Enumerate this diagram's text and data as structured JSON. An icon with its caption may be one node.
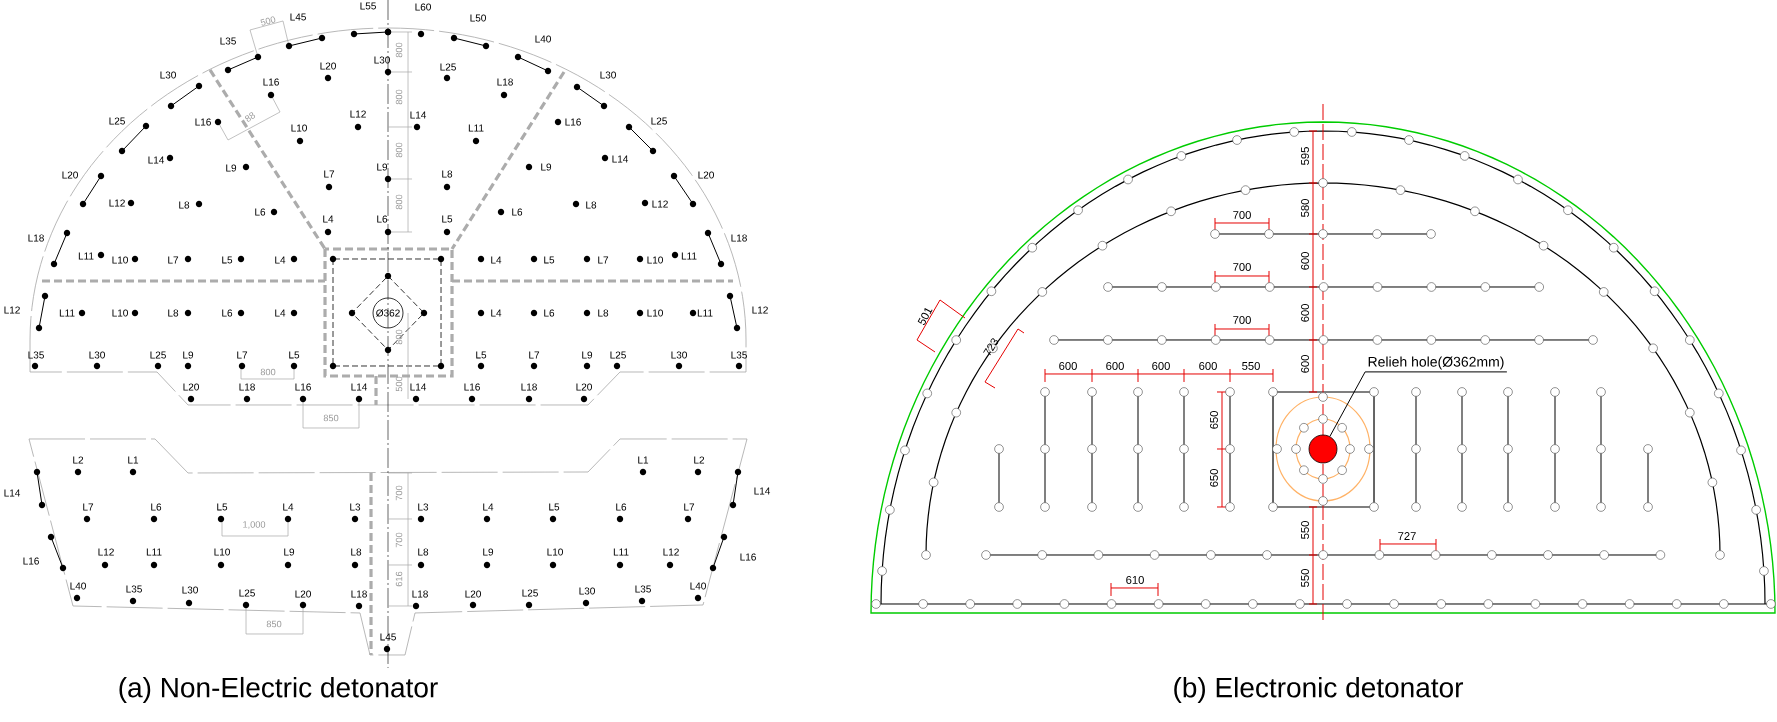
{
  "diagram": {
    "nodes": [
      {
        "text": [
          "Relieh hole(Ø362mm)"
        ]
      },
      {
        "text": [],
        "shape": "circle"
      }
    ],
    "edges": [
      {
        "from": 0,
        "to": 1,
        "arrow": "none"
      }
    ],
    "labels": [
      "500",
      "L45",
      "L55",
      "L60",
      "L50",
      "L35",
      "800",
      "L40",
      "L30",
      "L16",
      "L20",
      "L30",
      "L25",
      "L18",
      "L30",
      "800",
      "L25",
      "L16",
      "88",
      "L10",
      "L12",
      "L14",
      "L11",
      "L16",
      "L25",
      "800",
      "L20",
      "L14",
      "L9",
      "L7",
      "L9",
      "L8",
      "L9",
      "L14",
      "L20",
      "L12",
      "L8",
      "L6",
      "L4",
      "L6",
      "800",
      "L5",
      "L6",
      "L8",
      "L12",
      "L18",
      "L11",
      "L10",
      "L7",
      "L5",
      "L4",
      "L4",
      "L5",
      "L7",
      "L10",
      "L11",
      "L18",
      "L12",
      "L11",
      "L10",
      "L8",
      "L6",
      "L4",
      "Ø362",
      "L4",
      "L6",
      "L8",
      "L10",
      "L11",
      "L12",
      "800",
      "L35",
      "L30",
      "L25",
      "L9",
      "L7",
      "L5",
      "L5",
      "L7",
      "L9",
      "L25",
      "L30",
      "L35",
      "800",
      "L20",
      "L18",
      "L16",
      "L14",
      "500",
      "L14",
      "L16",
      "L18",
      "L20",
      "850",
      "L2",
      "L1",
      "L1",
      "L2",
      "L14",
      "L7",
      "L6",
      "L5",
      "L4",
      "L3",
      "700",
      "L3",
      "L4",
      "L5",
      "L6",
      "L7",
      "L14",
      "1,000",
      "L16",
      "L12",
      "L11",
      "L10",
      "L9",
      "L8",
      "700",
      "L8",
      "L9",
      "L10",
      "L11",
      "L12",
      "L16",
      "L40",
      "L35",
      "L30",
      "L25",
      "L20",
      "L18",
      "616",
      "L18",
      "L20",
      "L25",
      "L30",
      "L35",
      "L40",
      "850",
      "L45",
      "595",
      "700",
      "580",
      "700",
      "600",
      "501",
      "700",
      "600",
      "723",
      "600",
      "600",
      "600",
      "600",
      "550",
      "600",
      "650",
      "650",
      "550",
      "727",
      "610",
      "550",
      "(a) Non-Electric detonator",
      "(b) Electronic detonator"
    ]
  }
}
